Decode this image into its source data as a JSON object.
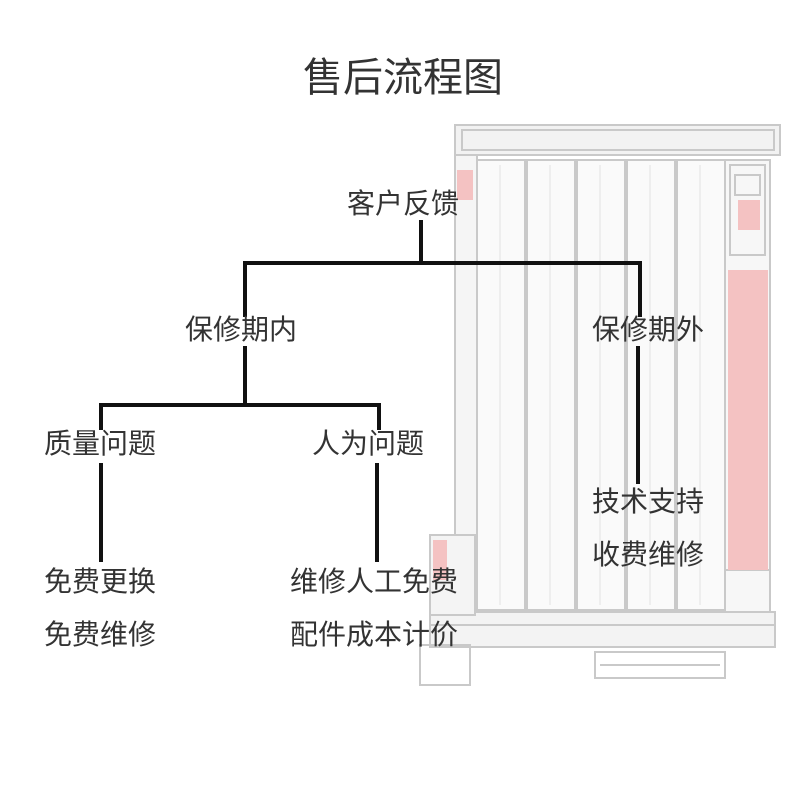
{
  "title": "售后流程图",
  "root": {
    "label": "客户反馈"
  },
  "branches": {
    "in_warranty": {
      "label": "保修期内"
    },
    "out_of_warranty": {
      "label": "保修期外",
      "details": [
        "技术支持",
        "收费维修"
      ]
    }
  },
  "issues": {
    "quality": {
      "label": "质量问题",
      "details": [
        "免费更换",
        "免费维修"
      ]
    },
    "human": {
      "label": "人为问题",
      "details": [
        "维修人工免费",
        "配件成本计价"
      ]
    }
  },
  "colors": {
    "line": "#111111",
    "text": "#333333",
    "frame": "#c8c8c8",
    "accent": "#f3b8b8"
  },
  "icons": {
    "background": "window-frame-drawing"
  }
}
